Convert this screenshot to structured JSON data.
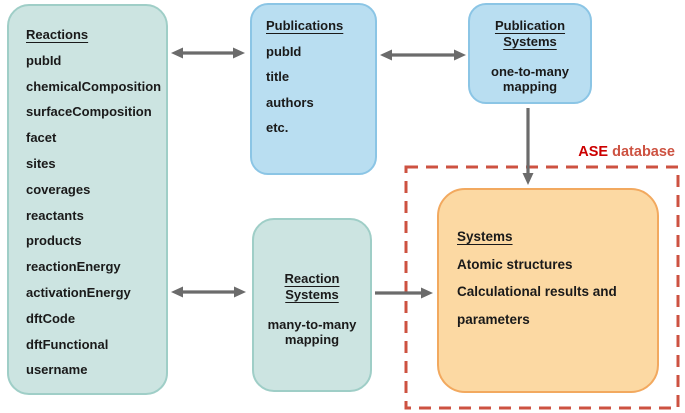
{
  "colors": {
    "teal_fill": "#cce4e1",
    "teal_border": "#9fcec7",
    "blue_fill": "#b9def1",
    "blue_border": "#8bc5e5",
    "orange_fill": "#fcd9a3",
    "orange_border": "#f2a95f",
    "dashed_red": "#cd5241",
    "ase_red": "#cc0000",
    "arrow_gray": "#6b6b6b"
  },
  "tables": {
    "reactions": {
      "title": "Reactions",
      "fields": [
        "pubId",
        "chemicalComposition",
        "surfaceComposition",
        "facet",
        "sites",
        "coverages",
        "reactants",
        "products",
        "reactionEnergy",
        "activationEnergy",
        "dftCode",
        "dftFunctional",
        "username"
      ]
    },
    "publications": {
      "title": "Publications",
      "fields": [
        "pubId",
        "title",
        "authors",
        "etc."
      ]
    },
    "publication_systems": {
      "title_line1": "Publication",
      "title_line2": "Systems",
      "mapping_line1": "one-to-many",
      "mapping_line2": "mapping"
    },
    "reaction_systems": {
      "title_line1": "Reaction",
      "title_line2": "Systems",
      "mapping_line1": "many-to-many",
      "mapping_line2": "mapping"
    },
    "systems": {
      "title": "Systems",
      "lines": [
        "Atomic structures",
        "Calculational results and",
        "parameters"
      ]
    }
  },
  "ase_label": {
    "prefix": "ASE",
    "suffix": "database"
  }
}
